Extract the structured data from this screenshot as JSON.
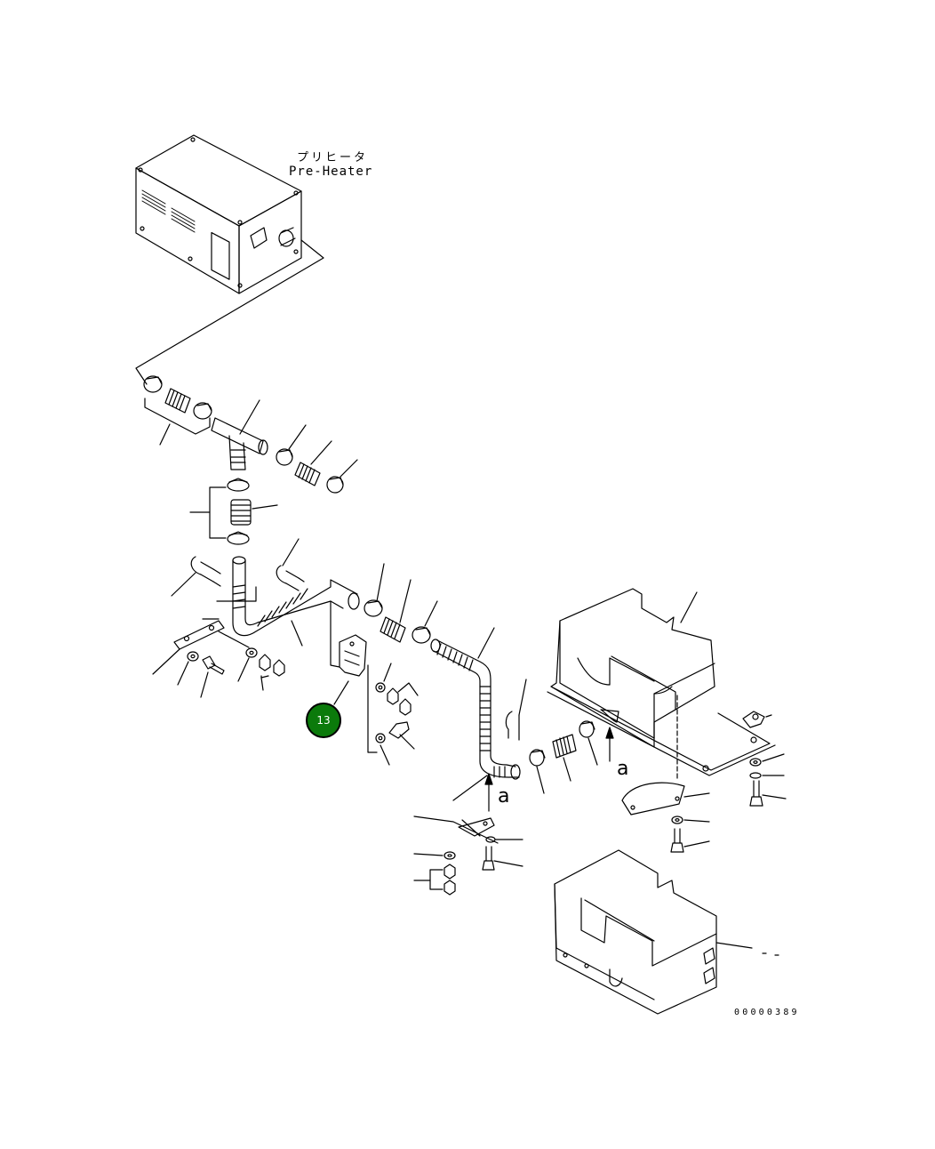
{
  "pre_heater": {
    "label_jp": "プリヒータ",
    "label_en": "Pre-Heater"
  },
  "view_markers": [
    "a",
    "a"
  ],
  "callout": {
    "number": "13",
    "color": "#0b7a0b"
  },
  "document_number": "00000389",
  "icons": [
    "hose-clamp-icon",
    "bellows-hose-icon",
    "tee-pipe-icon",
    "u-bolt-icon",
    "bolt-icon",
    "nut-icon",
    "washer-icon",
    "bracket-icon",
    "cover-box-icon",
    "arrow-up-icon"
  ]
}
